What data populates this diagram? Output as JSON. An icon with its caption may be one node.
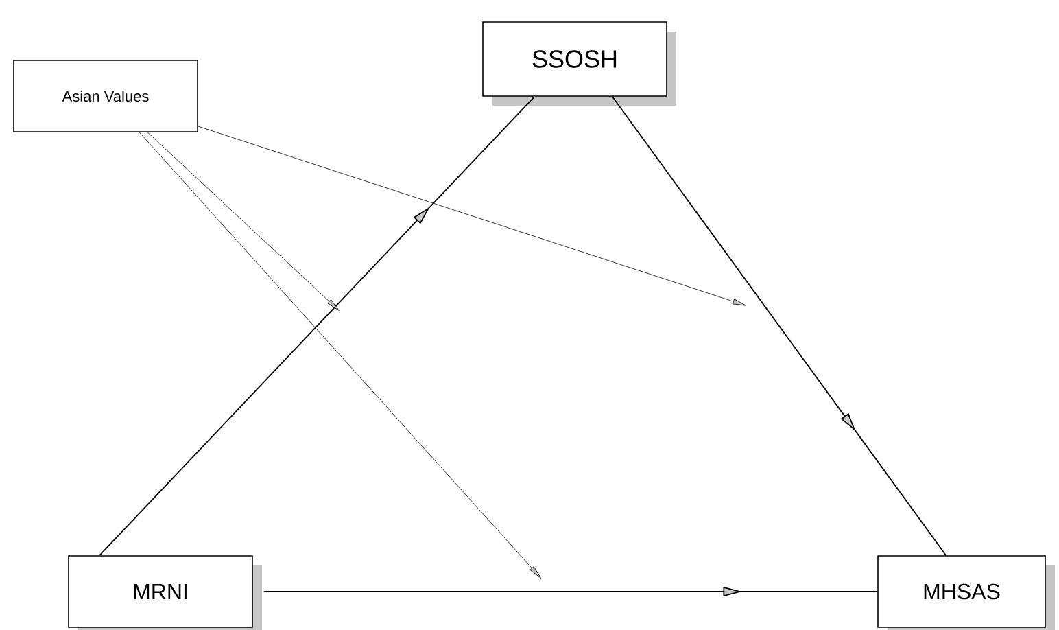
{
  "diagram": {
    "nodes": [
      {
        "text": [
          "Asian Values"
        ]
      },
      {
        "text": [
          "SSOSH"
        ]
      },
      {
        "text": [
          "MRNI"
        ]
      },
      {
        "text": [
          "MHSAS"
        ]
      }
    ],
    "edges": [
      {
        "from": 2,
        "to": 1,
        "arrow": "to"
      },
      {
        "from": 1,
        "to": 3,
        "arrow": "to"
      },
      {
        "from": 2,
        "to": 3,
        "arrow": "to"
      },
      {
        "from": 0,
        "to": null,
        "arrow": "to"
      },
      {
        "from": 0,
        "to": null,
        "arrow": "to"
      },
      {
        "from": 0,
        "to": null,
        "arrow": "to"
      }
    ]
  }
}
